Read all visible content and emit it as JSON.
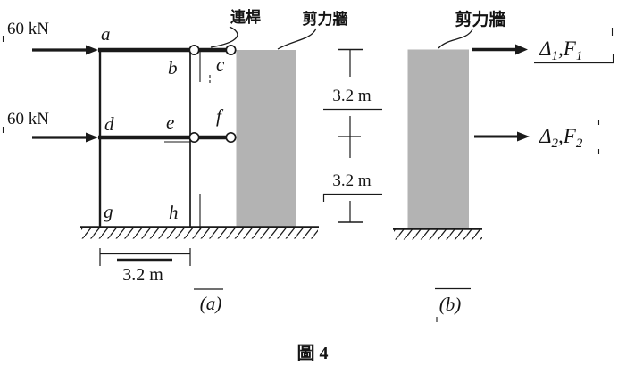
{
  "figure_caption": "圖 4",
  "colors": {
    "ink": "#1a1a1a",
    "wall_fill": "#b3b3b3",
    "wall_stroke": "#3a3a3a"
  },
  "diagram_a": {
    "tag": "(a)",
    "loads": [
      {
        "label": "60 kN"
      },
      {
        "label": "60 kN"
      }
    ],
    "link_label": "連桿",
    "wall_label": "剪力牆",
    "nodes": {
      "a": "a",
      "b": "b",
      "c": "c",
      "d": "d",
      "e": "e",
      "f": "f",
      "g": "g",
      "h": "h"
    },
    "width_dim": "3.2 m",
    "story_dims": [
      "3.2 m",
      "3.2 m"
    ]
  },
  "diagram_b": {
    "tag": "(b)",
    "wall_label": "剪力牆",
    "force_labels": [
      {
        "sym": "Δ",
        "sub": "1",
        "sym2": ",F",
        "sub2": "1"
      },
      {
        "sym": "Δ",
        "sub": "2",
        "sym2": ",F",
        "sub2": "2"
      }
    ]
  }
}
